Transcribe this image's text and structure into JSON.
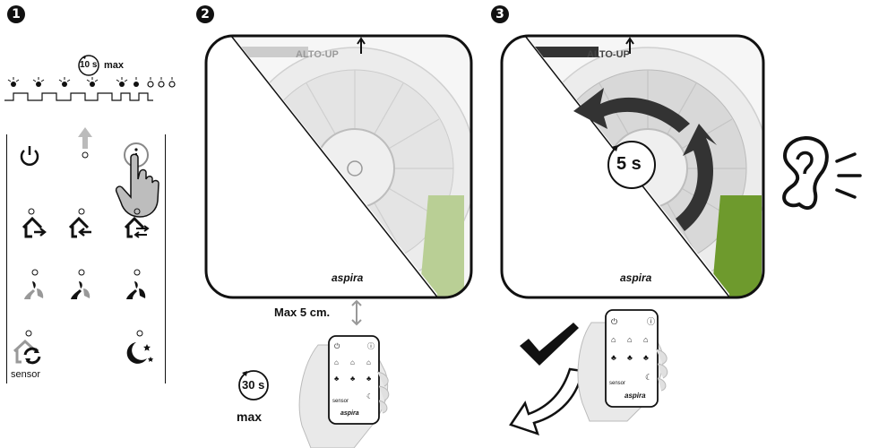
{
  "steps": [
    "1",
    "2",
    "3"
  ],
  "step1": {
    "timer_value": "10 s",
    "timer_suffix": "max",
    "sensor_label": "sensor",
    "icons": {
      "power": "power-icon",
      "arrow": "up-arrow-icon",
      "info": "info-icon",
      "hand": "pointing-hand-icon",
      "house_out": "house-exhaust-icon",
      "house_in": "house-intake-icon",
      "house_swap": "house-alternating-icon",
      "fan_low": "fan-speed-low-icon",
      "fan_mid": "fan-speed-mid-icon",
      "fan_high": "fan-speed-high-icon",
      "sensor": "sensor-cycle-icon",
      "night": "night-mode-icon"
    }
  },
  "step2": {
    "panel_label": "ALTO-UP",
    "brand": "aspira",
    "distance_label": "Max 5 cm.",
    "timer_value": "30 s",
    "timer_suffix": "max",
    "remote_brand": "aspira",
    "remote_sensor": "sensor"
  },
  "step3": {
    "panel_label": "ALTO-UP",
    "brand": "aspira",
    "timer_value": "5 s",
    "remote_brand": "aspira",
    "remote_sensor": "sensor"
  },
  "colors": {
    "ink": "#111111",
    "green_light": "#b9cf95",
    "green_dark": "#6e9a2d",
    "gray_arrow": "#9a9a9a",
    "led_gray": "#cccccc"
  }
}
